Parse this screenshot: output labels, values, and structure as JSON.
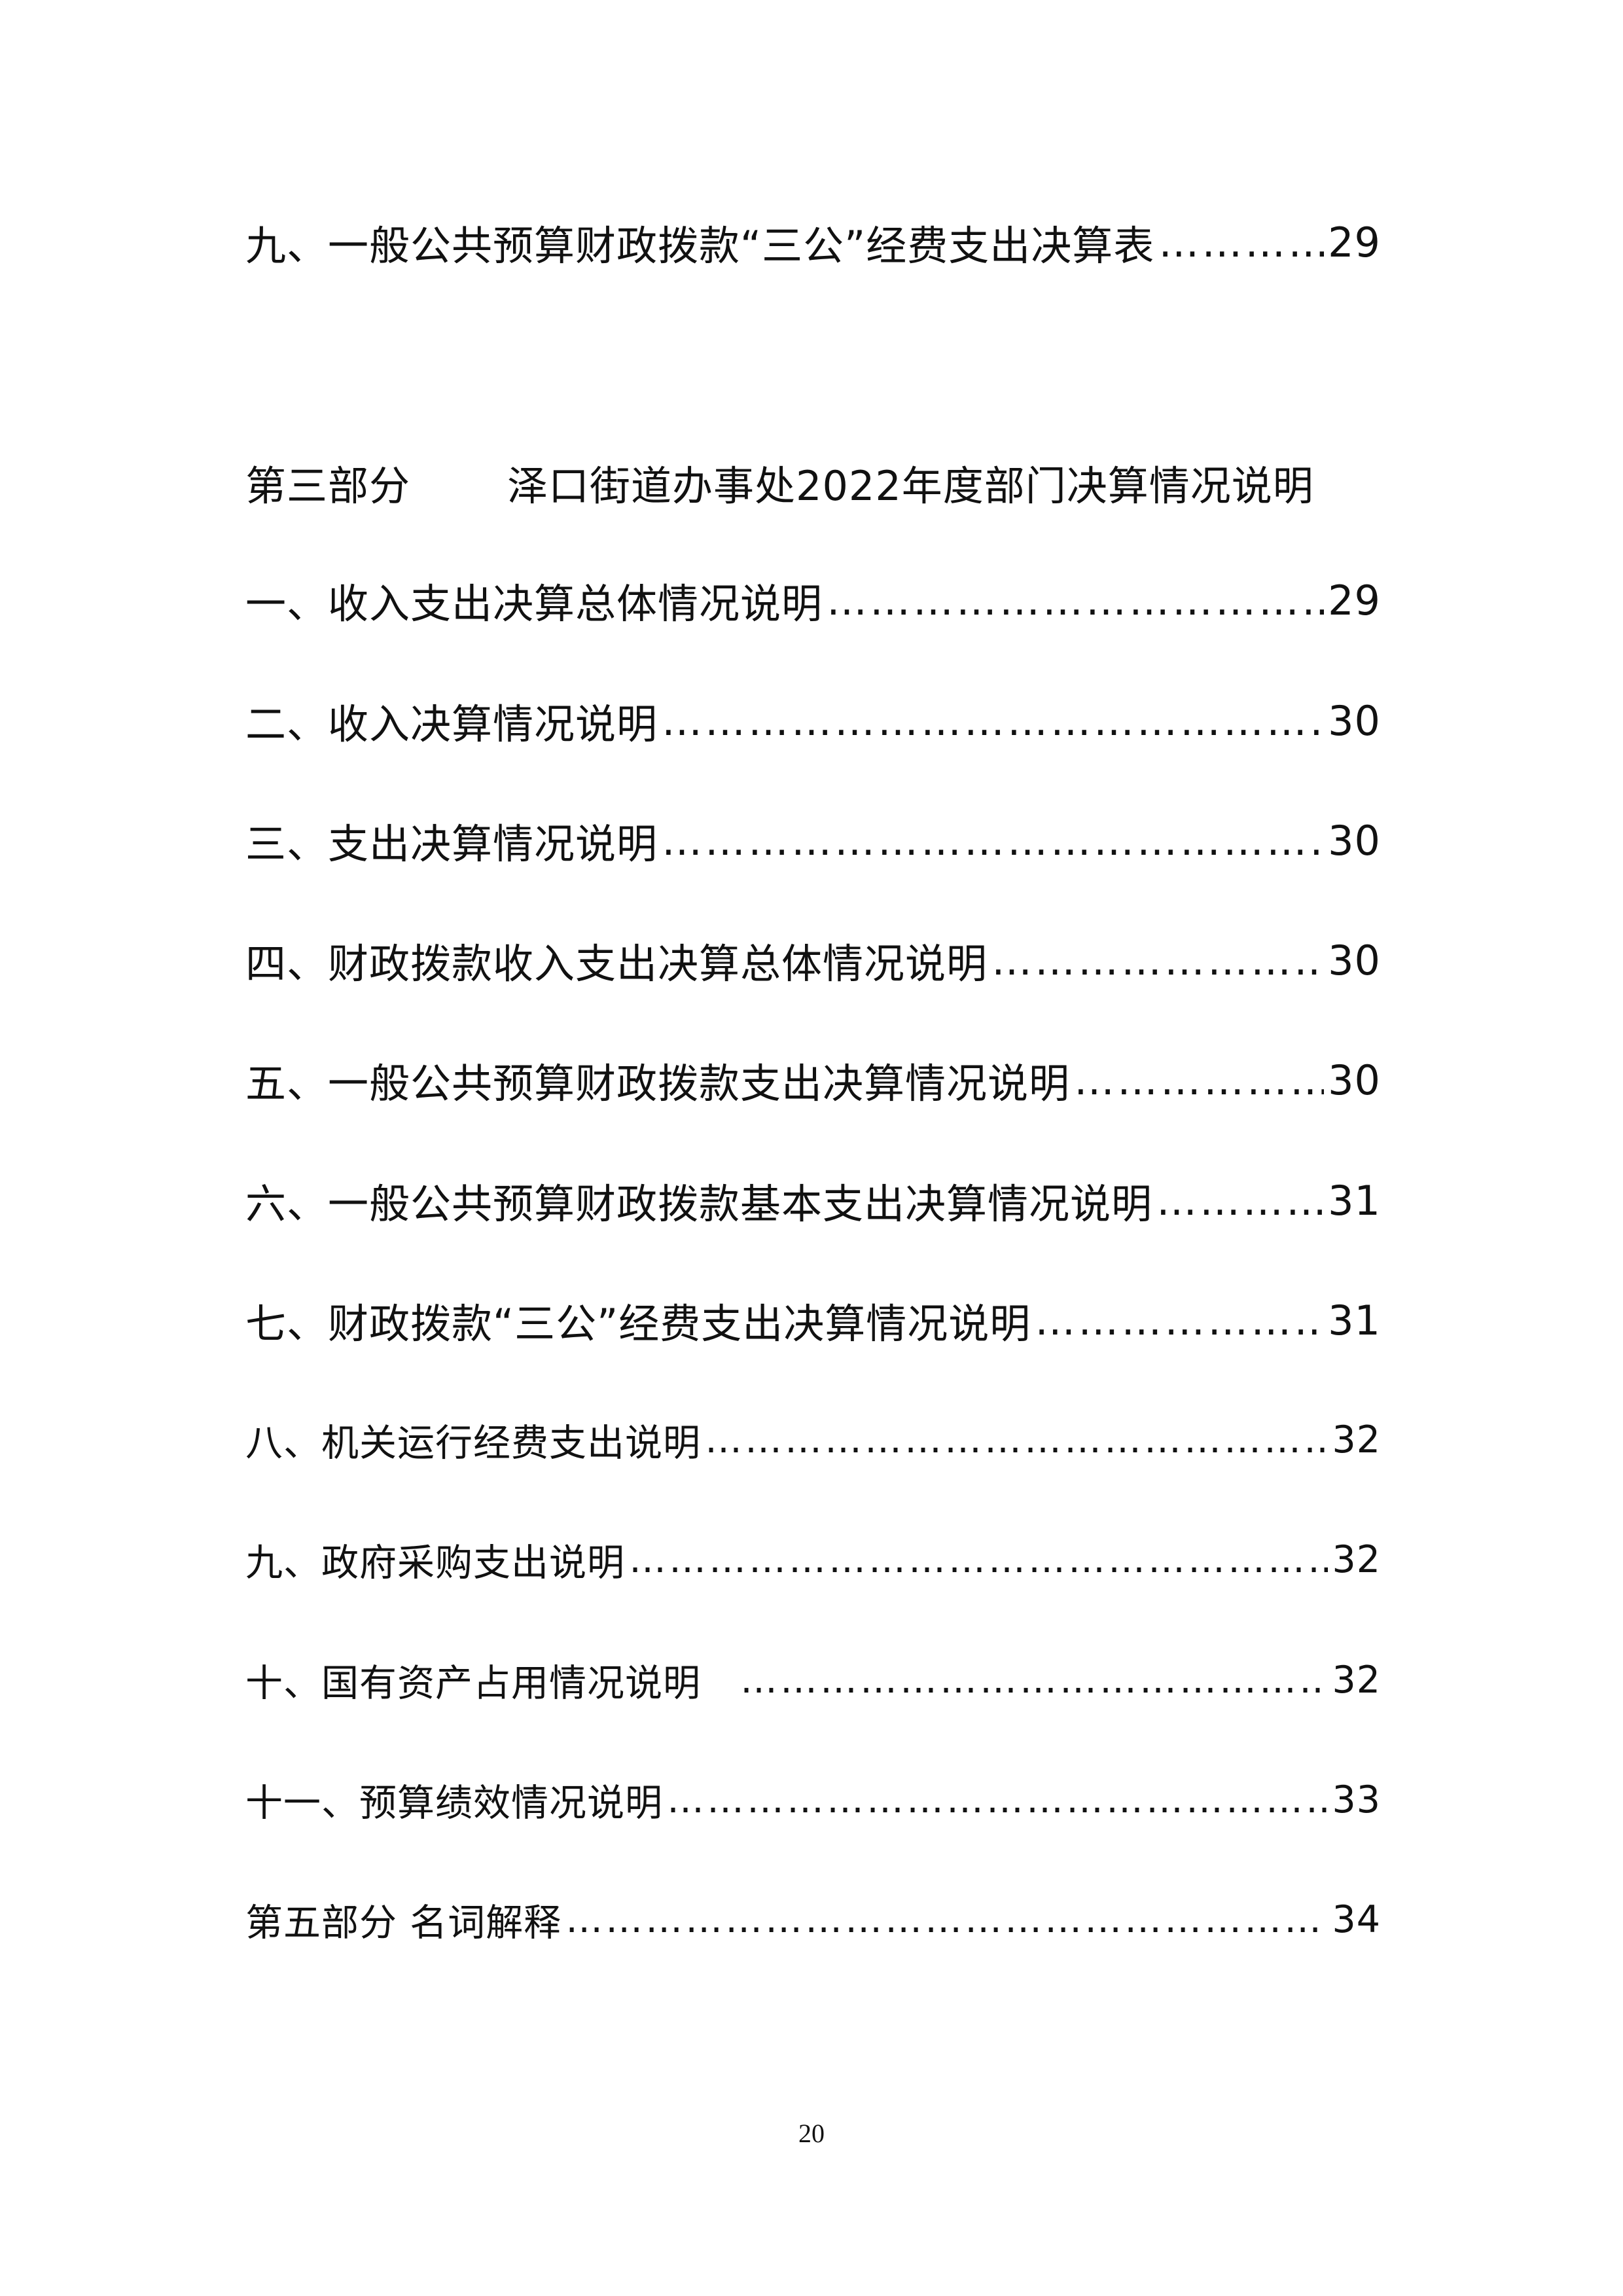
{
  "toc": {
    "top_entry": {
      "label": "九、一般公共预算财政拨款“三公”经费支出决算表",
      "page": "29"
    },
    "section_heading": {
      "part": "第三部分",
      "title": "泽口街道办事处2022年度部门决算情况说明"
    },
    "entries": [
      {
        "label": "一、收入支出决算总体情况说明",
        "page": "29"
      },
      {
        "label": "二、收入决算情况说明",
        "page": "30"
      },
      {
        "label": "三、支出决算情况说明",
        "page": "30"
      },
      {
        "label": "四、财政拨款收入支出决算总体情况说明",
        "page": "30"
      },
      {
        "label": "五、一般公共预算财政拨款支出决算情况说明",
        "page": "30"
      },
      {
        "label": "六、一般公共预算财政拨款基本支出决算情况说明",
        "page": "31"
      },
      {
        "label": "七、财政拨款“三公”经费支出决算情况说明",
        "page": "31"
      },
      {
        "label": "八、机关运行经费支出说明",
        "page": "32"
      },
      {
        "label": "九、政府采购支出说明",
        "page": "32"
      },
      {
        "label": "十、国有资产占用情况说明",
        "page": "32"
      },
      {
        "label": "十一、预算绩效情况说明",
        "page": "33"
      },
      {
        "label": "第五部分 名词解释",
        "page": "34"
      }
    ]
  },
  "footer": {
    "page_number": "20"
  }
}
